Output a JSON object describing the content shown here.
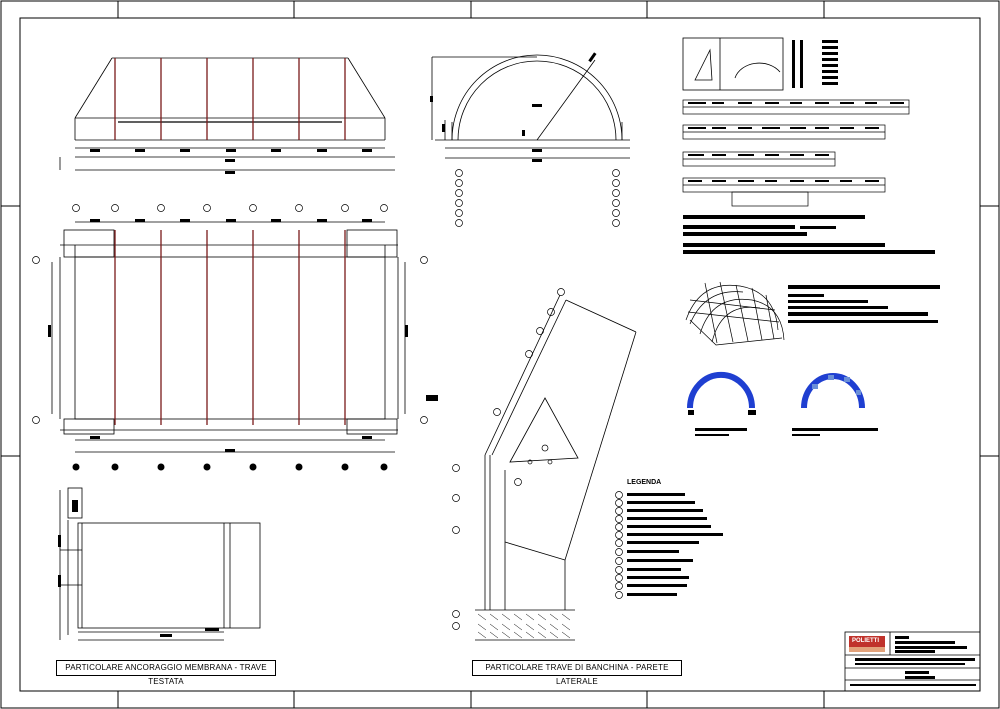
{
  "captions": {
    "left": "PARTICOLARE ANCORAGGIO MEMBRANA - TRAVE TESTATA",
    "right": "PARTICOLARE TRAVE DI BANCHINA - PARETE LATERALE"
  },
  "legend": {
    "title": "LEGENDA"
  },
  "title_block": {
    "logo": "POLIETTI"
  },
  "colors": {
    "line": "#000000",
    "steel": "#7a1a1a",
    "arch_blue": "#1f3fd1",
    "logo_red": "#c0322b"
  }
}
